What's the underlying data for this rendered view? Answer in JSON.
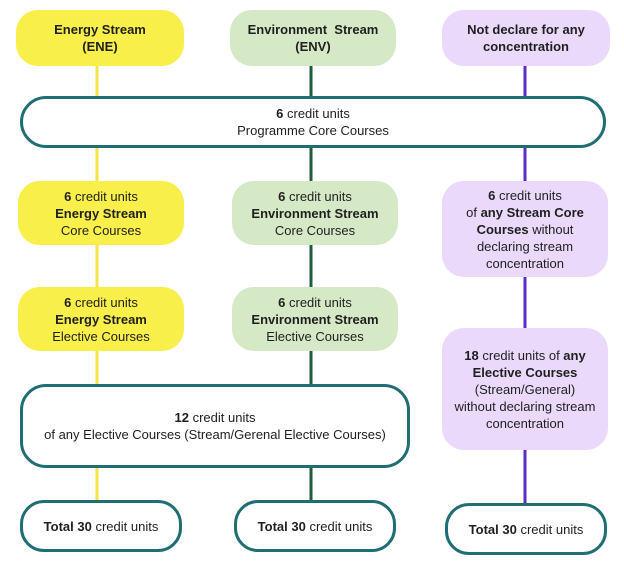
{
  "streams": {
    "ene": {
      "line1": "Energy Stream",
      "line2": "(ENE)"
    },
    "env": {
      "line1": "Environment  Stream",
      "line2": "(ENV)"
    },
    "none": {
      "line1": "Not declare for any",
      "line2": "concentration"
    }
  },
  "programme_core": {
    "num": "6",
    "unit": " credit units",
    "label": "Programme Core Courses"
  },
  "ene_core": {
    "num": "6",
    "unit": " credit units",
    "stream": "Energy Stream",
    "kind": "Core Courses"
  },
  "env_core": {
    "num": "6",
    "unit": " credit units",
    "stream": "Environment Stream",
    "kind": "Core Courses"
  },
  "none_core": {
    "num": "6",
    "unit": " credit units",
    "l2a": "of ",
    "l2b": "any Stream Core",
    "l3a": "Courses",
    "l3b": " without",
    "l4": "declaring stream",
    "l5": "concentration"
  },
  "ene_elective": {
    "num": "6",
    "unit": " credit units",
    "stream": "Energy Stream",
    "kind": "Elective Courses"
  },
  "env_elective": {
    "num": "6",
    "unit": " credit units",
    "stream": "Environment Stream",
    "kind": "Elective Courses"
  },
  "none_elective": {
    "num": "18",
    "unit": " credit units of ",
    "any": "any",
    "l2": "Elective Courses",
    "l3": "(Stream/General)",
    "l4": "without declaring stream",
    "l5": "concentration"
  },
  "shared_elective": {
    "num": "12",
    "unit": " credit units",
    "label": "of any Elective Courses (Stream/Gerenal Elective Courses)"
  },
  "totals": {
    "prefix": "Total ",
    "num": "30",
    "unit": " credit units"
  },
  "colors": {
    "ene_fill": "#f8ef4b",
    "ene_line": "#f3e44a",
    "env_fill": "#d6e9c6",
    "env_line": "#1f5e3c",
    "none_fill": "#ead9fb",
    "none_line": "#5a2ec9",
    "outline": "#1e6e74"
  }
}
